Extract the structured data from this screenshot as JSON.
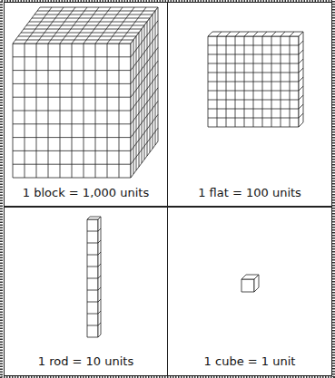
{
  "diagram": {
    "nodes": [
      {
        "text": [
          "1 block = 1,000 units"
        ]
      },
      {
        "text": [
          "1 flat = 100 units"
        ]
      },
      {
        "text": [
          "1 rod = 10 units"
        ]
      },
      {
        "text": [
          "1 cube = 1 unit"
        ]
      }
    ]
  }
}
